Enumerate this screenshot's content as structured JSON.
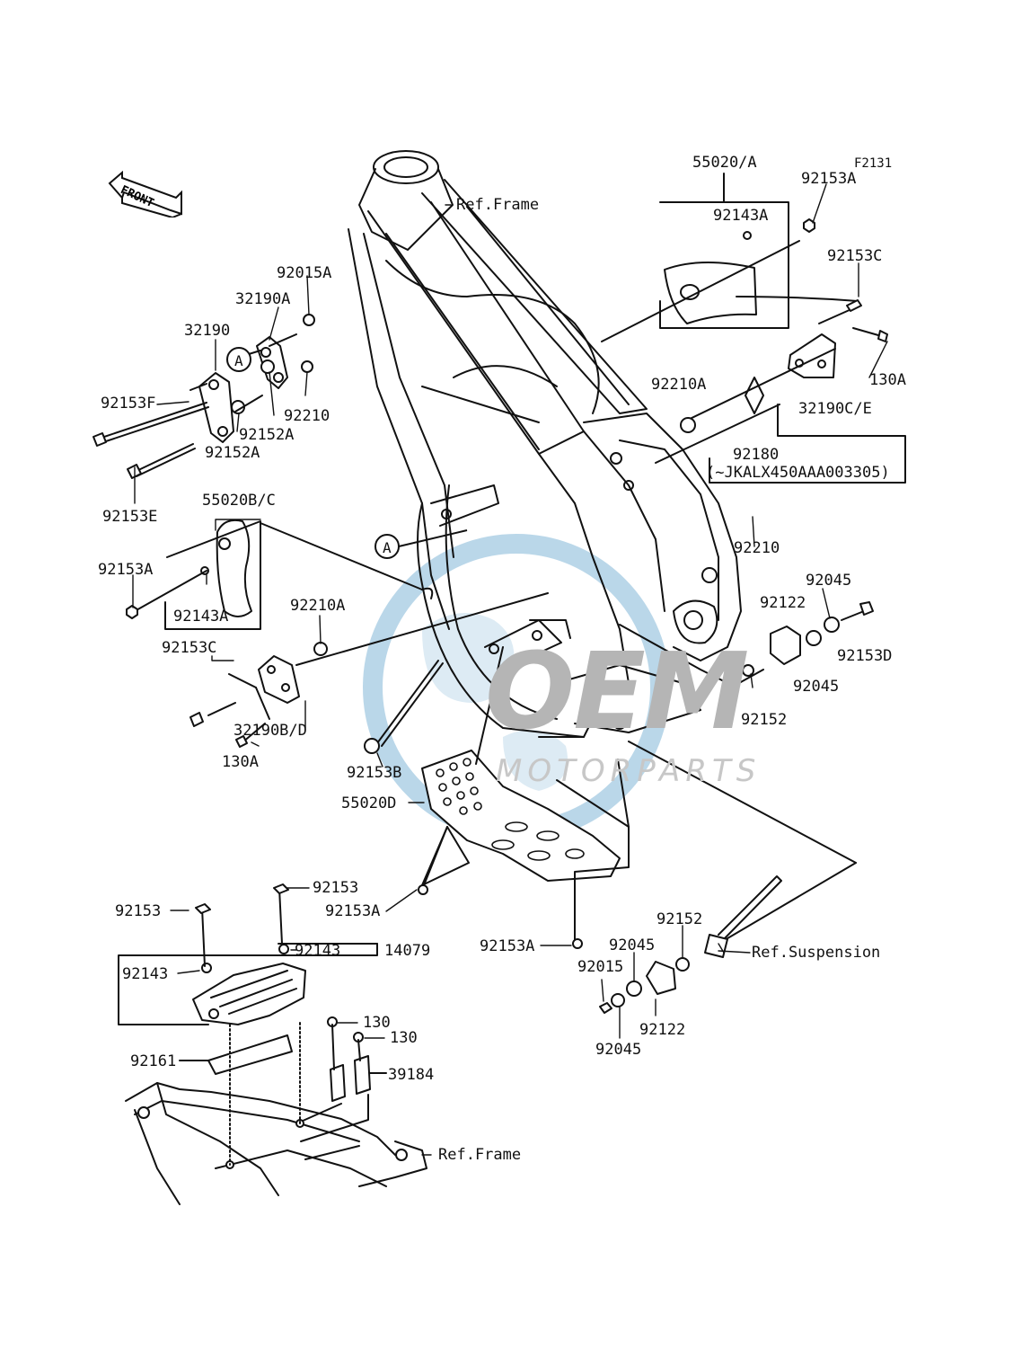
{
  "figure_id": "F2131",
  "front_marker": "FRONT",
  "circle_marker": "A",
  "watermark": {
    "brand": "OEM",
    "sub": "MOTORPARTS"
  },
  "colors": {
    "ink": "#111111",
    "watermark_globe": "#a9cde3",
    "watermark_text": "#b5b5b5"
  },
  "labels": {
    "ref_frame_top": "Ref.Frame",
    "ref_frame_bottom": "Ref.Frame",
    "ref_suspension": "Ref.Suspension",
    "p55020_A": "55020/A",
    "p92153A_top": "92153A",
    "p92143A_top": "92143A",
    "p92153C_right": "92153C",
    "p130A_right": "130A",
    "p32190C_E": "32190C/E",
    "p92210A_right": "92210A",
    "p92180": "92180",
    "p92180_note": "(~JKALX450AAA003305)",
    "p92015A": "92015A",
    "p32190A": "32190A",
    "p32190": "32190",
    "p92153F": "92153F",
    "p92210_left": "92210",
    "p92152A_1": "92152A",
    "p92152A_2": "92152A",
    "p92153E": "92153E",
    "p55020B_C": "55020B/C",
    "p92153A_left": "92153A",
    "p92143A_left": "92143A",
    "p92210_right": "92210",
    "p92045_1": "92045",
    "p92122_right": "92122",
    "p92153D": "92153D",
    "p92045_2": "92045",
    "p92152_right": "92152",
    "p92210A_left": "92210A",
    "p92153C_left": "92153C",
    "p32190B_D": "32190B/D",
    "p130A_left": "130A",
    "p92153B": "92153B",
    "p55020D": "55020D",
    "p92153_left": "92153",
    "p92153_mid": "92153",
    "p92143_mid": "92143",
    "p14079": "14079",
    "p92143_left": "92143",
    "p92153A_mid": "92153A",
    "p92153A_bottom": "92153A",
    "p92152_bottom": "92152",
    "p92045_3": "92045",
    "p92015": "92015",
    "p92122_bottom": "92122",
    "p92045_4": "92045",
    "p130_1": "130",
    "p130_2": "130",
    "p92161": "92161",
    "p39184": "39184"
  }
}
